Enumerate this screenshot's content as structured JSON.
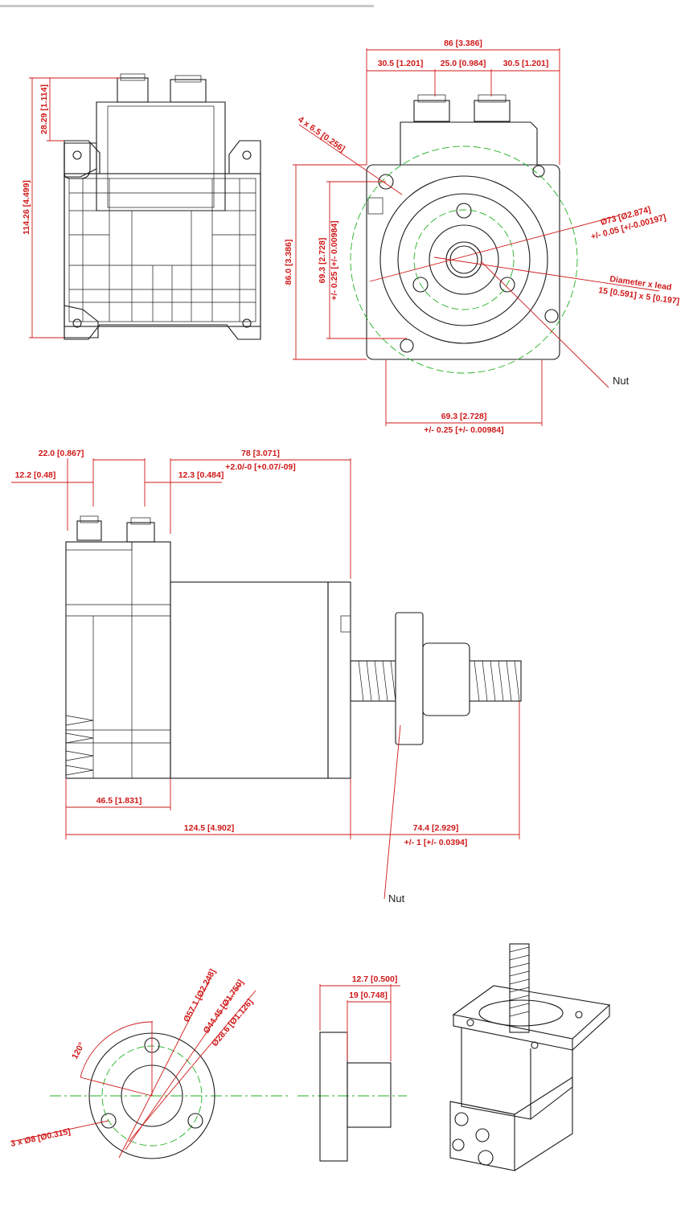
{
  "front_view": {
    "width": "86 [3.386]",
    "left_offset": "30.5 [1.201]",
    "center_gap": "25.0 [0.984]",
    "right_offset": "30.5 [1.201]",
    "holes": "4 x 6.5 [0.256]",
    "height": "86.0 [3.386]",
    "bolt_spacing_v": "69.3 [2.728]",
    "bolt_tol_v": "+/- 0.25 [+/- 0.00984]",
    "pilot_dia": "Ø73 [Ø2.874]",
    "pilot_tol": "+/- 0.05 [+/-0.00197]",
    "screw_label": "Diameter x lead",
    "screw_value": "15 [0.591] x 5 [0.197]",
    "nut_label": "Nut",
    "bolt_spacing_h": "69.3 [2.728]",
    "bolt_tol_h": "+/- 0.25 [+/- 0.00984]"
  },
  "top_view": {
    "connector_height": "28.29 [1.114]",
    "total_height": "114.26 [4.499]"
  },
  "side_view": {
    "conn_spacing": "22.0 [0.867]",
    "conn_offset": "12.2 [0.48]",
    "conn_offset2": "12.3 [0.484]",
    "motor_length": "78 [3.071]",
    "motor_length_tol": "+2.0/-0 [+0.07/-09]",
    "driver_length": "46.5 [1.831]",
    "total_length": "124.5 [4.902]",
    "screw_length": "74.4 [2.929]",
    "screw_length_tol": "+/- 1 [+/- 0.0394]",
    "nut_label": "Nut"
  },
  "nut_view": {
    "dia1": "Ø57.1 [Ø2.248]",
    "dia2": "Ø44.45 [Ø1.750]",
    "dia3": "Ø28.6 [Ø1.126]",
    "angle": "120°",
    "holes": "3 x Ø8 [Ø0.315]",
    "flange_thickness": "12.7 [0.500]",
    "body_length": "19 [0.748]"
  },
  "colors": {
    "dimension": "#d01818",
    "centerline": "#22b022",
    "outline": "#1a1a1a"
  }
}
